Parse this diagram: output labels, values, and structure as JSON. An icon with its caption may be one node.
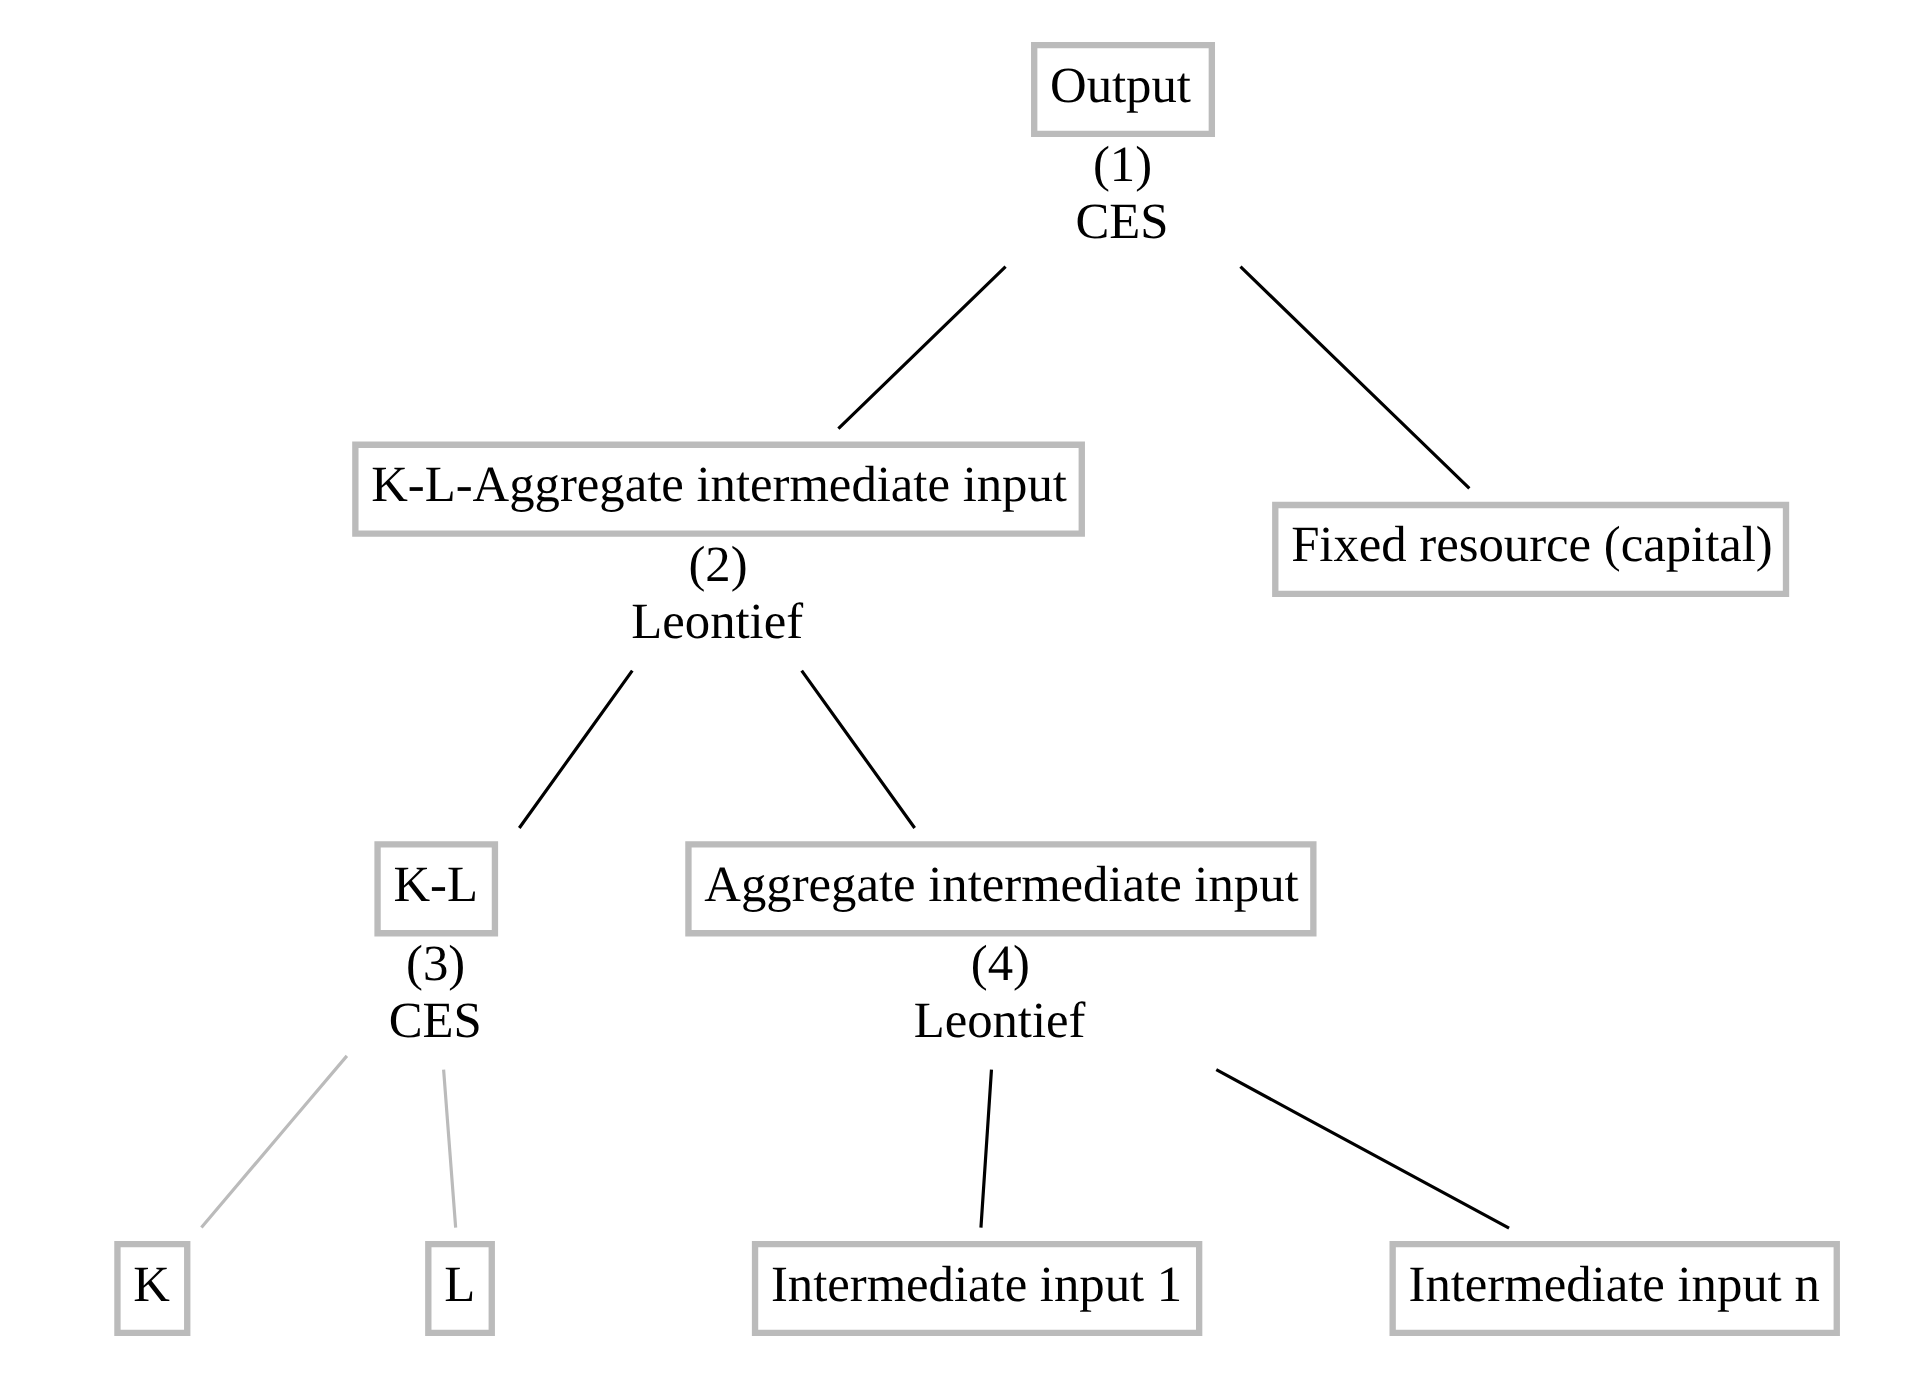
{
  "diagram": {
    "nodes": [
      {
        "text": [
          "Output"
        ],
        "beside": [
          "(1) CES"
        ]
      },
      {
        "text": [
          "K-L-Aggregate intermediate input"
        ],
        "beside": [
          "(2) Leontief"
        ]
      },
      {
        "text": [
          "Fixed resource (capital)"
        ]
      },
      {
        "text": [
          "K-L"
        ],
        "beside": [
          "(3) CES"
        ]
      },
      {
        "text": [
          "Aggregate intermediate input"
        ],
        "beside": [
          "(4) Leontief"
        ]
      },
      {
        "text": [
          "K"
        ]
      },
      {
        "text": [
          "L"
        ]
      },
      {
        "text": [
          "Intermediate input 1"
        ]
      },
      {
        "text": [
          "Intermediate input n"
        ]
      }
    ],
    "edges": [
      {
        "from": 0,
        "to": 1,
        "arrow": "none"
      },
      {
        "from": 0,
        "to": 2,
        "arrow": "none"
      },
      {
        "from": 1,
        "to": 3,
        "arrow": "none"
      },
      {
        "from": 1,
        "to": 4,
        "arrow": "none"
      },
      {
        "from": 3,
        "to": 5,
        "arrow": "none",
        "color": "#bbbbbb"
      },
      {
        "from": 3,
        "to": 6,
        "arrow": "none",
        "color": "#bbbbbb"
      },
      {
        "from": 4,
        "to": 7,
        "arrow": "none"
      },
      {
        "from": 4,
        "to": 8,
        "arrow": "none"
      }
    ]
  }
}
